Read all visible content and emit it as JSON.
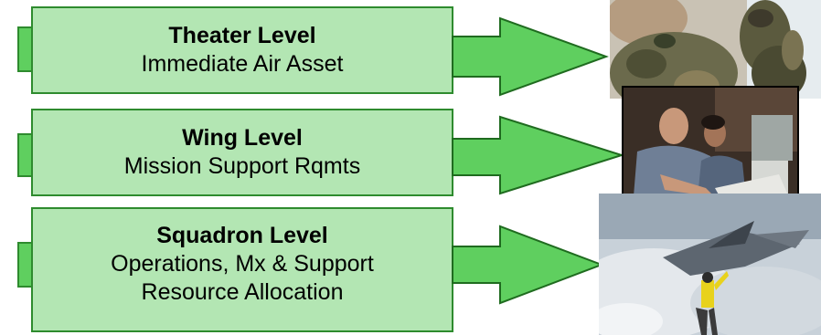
{
  "levels": [
    {
      "title": "Theater Level",
      "lines": [
        "Immediate Air Asset"
      ]
    },
    {
      "title": "Wing Level",
      "lines": [
        "Mission Support Rqmts"
      ]
    },
    {
      "title": "Squadron Level",
      "lines": [
        "Operations, Mx & Support",
        "Resource Allocation"
      ]
    }
  ],
  "photos": [
    {
      "name": "soldiers-camouflage-photo"
    },
    {
      "name": "airmen-at-computer-photo"
    },
    {
      "name": "jet-carrier-launch-photo"
    }
  ],
  "colors": {
    "box_fill": "#b3e6b3",
    "box_stroke": "#2e8b2e",
    "arrow_fill": "#5fcf5f",
    "arrow_stroke": "#1f6b1f"
  }
}
